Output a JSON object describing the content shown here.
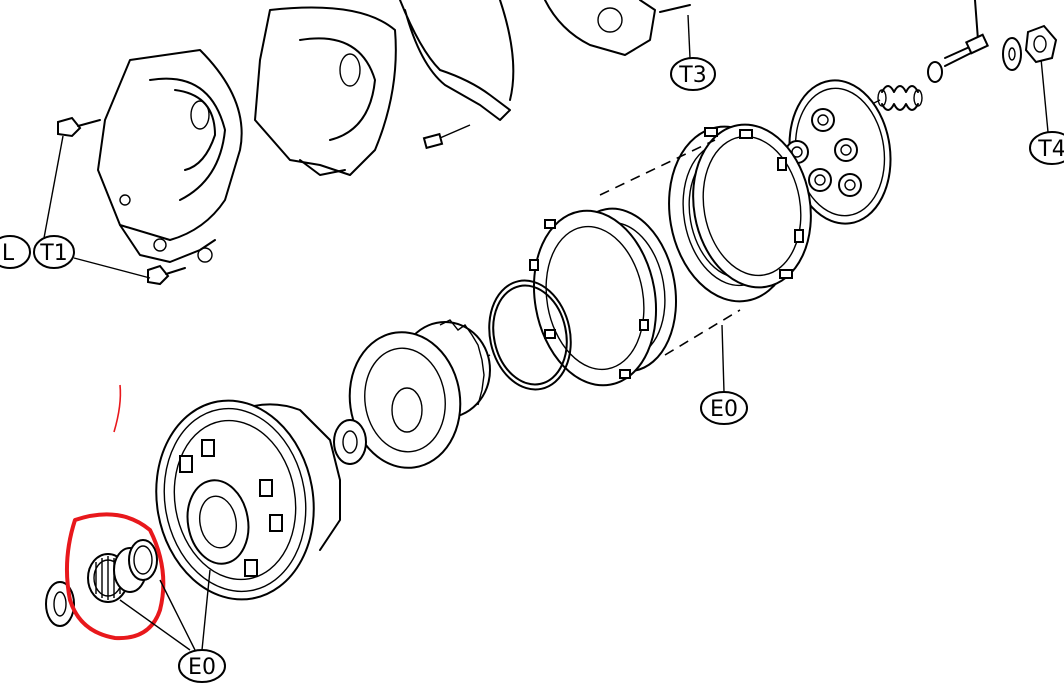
{
  "callouts": {
    "t1": "T1",
    "t1_left_partial": "L",
    "t3": "T3",
    "t4": "T4",
    "e0_top": "E0",
    "e0_bottom": "E0"
  },
  "highlight": {
    "color": "#e8181c",
    "target": "needle bearing"
  },
  "colors": {
    "ink": "#000000",
    "paper": "#ffffff"
  }
}
